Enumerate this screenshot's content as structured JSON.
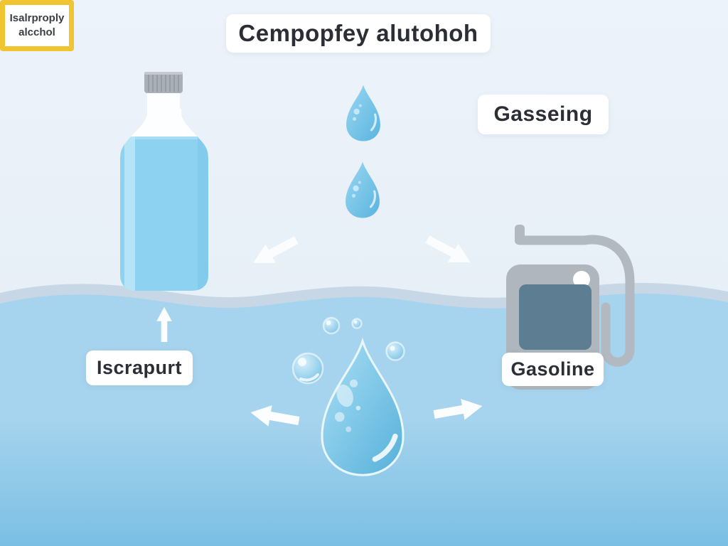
{
  "title": {
    "text": "Cempopfey alutohoh"
  },
  "labels": {
    "droplet_area": "Gasseing",
    "alcohol_area": "Iscrapurt",
    "gasoline_area": "Gasoline"
  },
  "bottle": {
    "label_line1": "Isalrproply",
    "label_line2": "alcchol"
  },
  "icons": [
    "alcohol-bottle-icon",
    "bottle-cap-icon",
    "water-drop-icon",
    "water-drop-icon",
    "large-water-drop-icon",
    "bubble-icon",
    "gas-pump-icon",
    "arrow-down-left-icon",
    "arrow-down-right-icon",
    "arrow-up-icon",
    "arrow-left-icon",
    "arrow-right-icon"
  ],
  "colors": {
    "background_top": "#EDF3FA",
    "wave_band": "#C7D7E6",
    "water_top": "#A6D3ED",
    "water_bottom": "#7BBFE4",
    "droplet_blue": "#6FC3E9",
    "bottle_liquid": "#8ED2F1",
    "bottle_label_border": "#F1C431",
    "pump_gray": "#B0B7BE",
    "pump_screen": "#5D7D93",
    "text_dark": "#2B2F35",
    "arrow_white": "#FFFFFF"
  }
}
